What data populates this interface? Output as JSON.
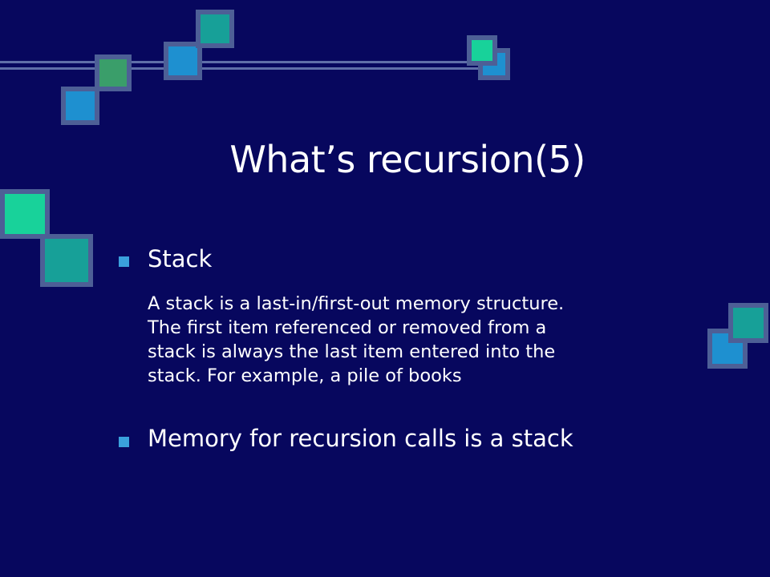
{
  "slide": {
    "title": "What’s recursion(5)",
    "bullets": [
      {
        "label": "Stack",
        "detail_lines": [
          "A stack is a last-in/first-out memory structure.",
          "The first item referenced or removed from a",
          "stack is always the last item entered into the",
          "stack. For example, a pile of books"
        ]
      },
      {
        "label": "Memory for recursion calls is a stack"
      }
    ]
  },
  "colors": {
    "background": "#07075e",
    "text": "#ffffff",
    "bullet": "#3aa0dc",
    "square_border": "#4d5f96",
    "square_teal": "#17a098",
    "square_blue": "#1e90d0",
    "square_green": "#3a9e6a",
    "square_mint": "#18d29a"
  }
}
